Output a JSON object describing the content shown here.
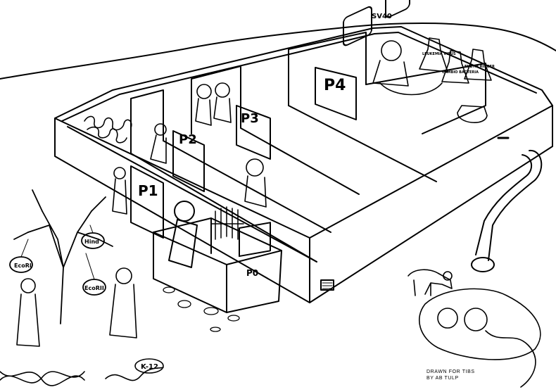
{
  "labels": {
    "p1": "P1",
    "p2": "P2",
    "p3": "P3",
    "p4": "P4",
    "p0": "P0",
    "sv40": "SV40",
    "bottle_leukemia": "LEUKEMIA VIRUS",
    "bottle_cambio": "CAMBIO BACTERIA",
    "bottle_ringer": "ENZYM RINGER",
    "fruit_ecori": "EcoRI",
    "fruit_hind": "Hind",
    "fruit_ecorii": "EcoRII",
    "worm_k12": "K-12"
  },
  "credit": {
    "line1": "DRAWN FOR TIBS",
    "line2": "BY AB TULP"
  }
}
